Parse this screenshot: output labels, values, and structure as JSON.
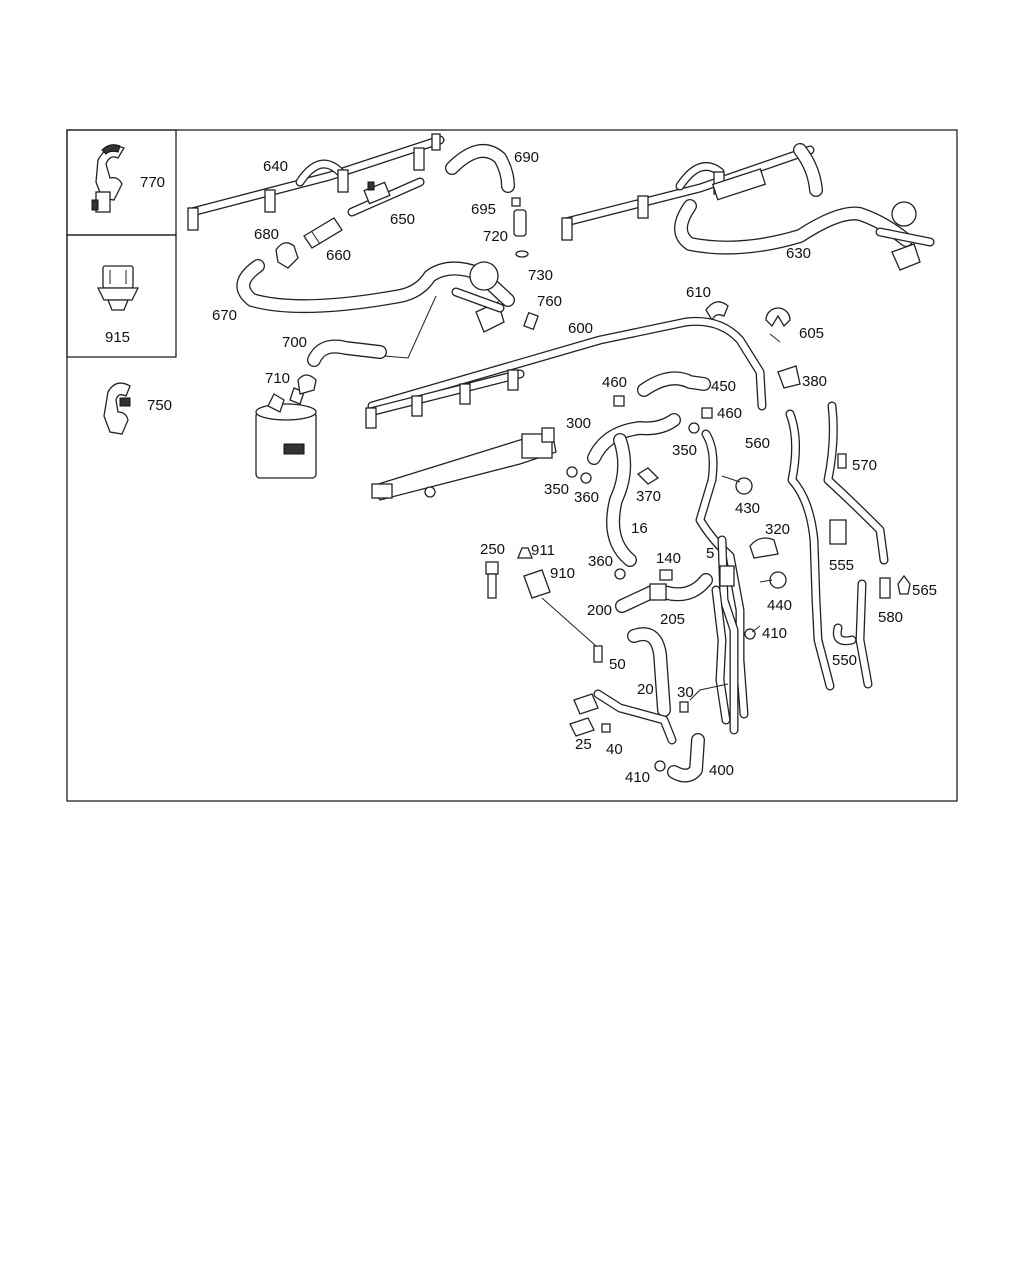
{
  "callouts": {
    "c770": "770",
    "c915": "915",
    "c750": "750",
    "c640": "640",
    "c650": "650",
    "c660": "660",
    "c680": "680",
    "c670": "670",
    "c690": "690",
    "c695": "695",
    "c720": "720",
    "c730": "730",
    "c760": "760",
    "c700": "700",
    "c710": "710",
    "c630": "630",
    "c610": "610",
    "c600": "600",
    "c605": "605",
    "c380": "380",
    "c460a": "460",
    "c450": "450",
    "c460b": "460",
    "c300": "300",
    "c350a": "350",
    "c350b": "350",
    "c360a": "360",
    "c370": "370",
    "c560": "560",
    "c570": "570",
    "c430": "430",
    "c16": "16",
    "c320": "320",
    "c5": "5",
    "c555": "555",
    "c565": "565",
    "c580": "580",
    "c550": "550",
    "c250": "250",
    "c911": "911",
    "c910": "910",
    "c360b": "360",
    "c140": "140",
    "c440": "440",
    "c200": "200",
    "c205": "205",
    "c410a": "410",
    "c50": "50",
    "c20": "20",
    "c30": "30",
    "c25": "25",
    "c40": "40",
    "c410b": "410",
    "c400": "400"
  }
}
